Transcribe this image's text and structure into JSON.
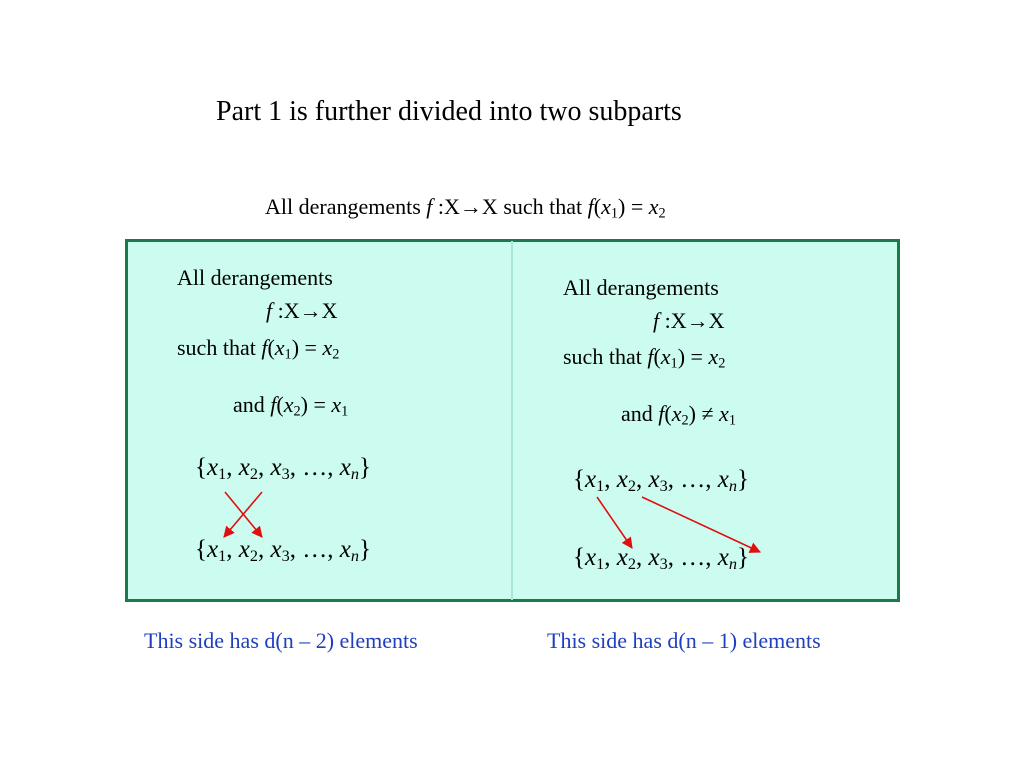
{
  "title": "Part 1 is further divided into two subparts",
  "header": {
    "prefix": "All derangements",
    "mapping": ":X→X",
    "such_that": "such that",
    "condition_lhs": ") = "
  },
  "left_panel": {
    "line1": "All derangements",
    "mapping": ":X→X",
    "such_that": "such that",
    "and_label": "and",
    "relation2": "=",
    "caption": "This side has d(n – 2) elements"
  },
  "right_panel": {
    "line1": "All derangements",
    "mapping": ":X→X",
    "such_that": "such that",
    "and_label": "and",
    "relation2": "≠",
    "caption": "This side has d(n – 1) elements"
  },
  "set_ellipsis": "…",
  "colors": {
    "panel_fill": "#ccfcf0",
    "panel_border": "#1a7a4c",
    "arrow": "#e01010",
    "caption": "#1f3fbf"
  }
}
